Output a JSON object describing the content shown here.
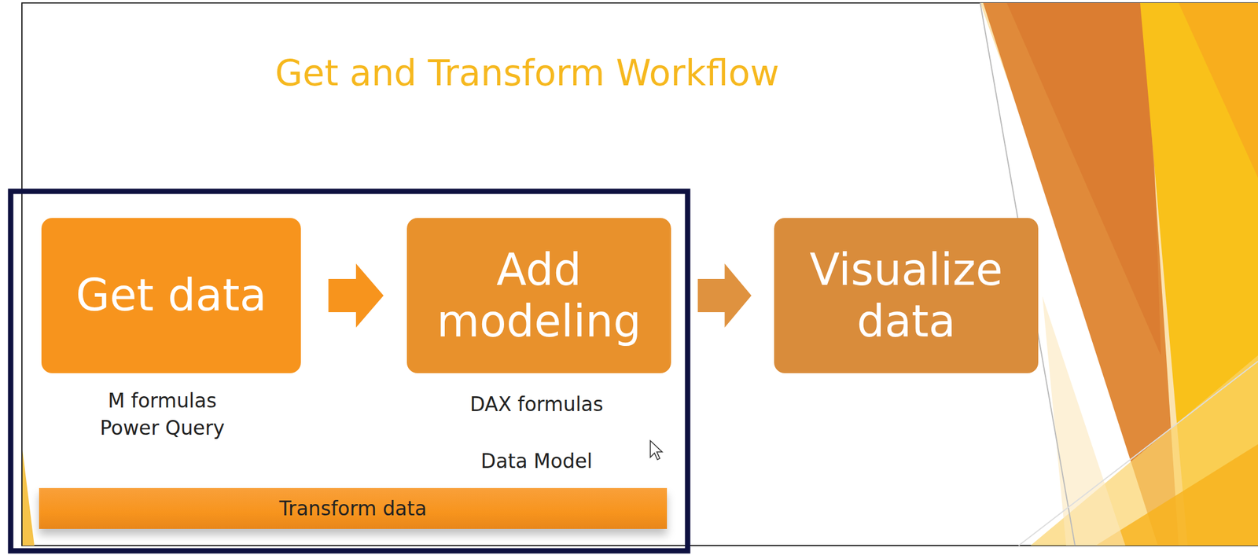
{
  "diagram": {
    "title": "Get and Transform Workflow",
    "nodes": [
      {
        "text": [
          "Get data"
        ]
      },
      {
        "text": [
          "Add modeling"
        ]
      },
      {
        "text": [
          "Visualize data"
        ]
      },
      {
        "text": [
          "Transform data"
        ]
      }
    ],
    "edges": [
      {
        "from": 0,
        "to": 1,
        "arrow": "to"
      },
      {
        "from": 1,
        "to": 2,
        "arrow": "to"
      }
    ],
    "labels": [
      "M formulas Power Query",
      "DAX formulas",
      "Data Model"
    ]
  }
}
